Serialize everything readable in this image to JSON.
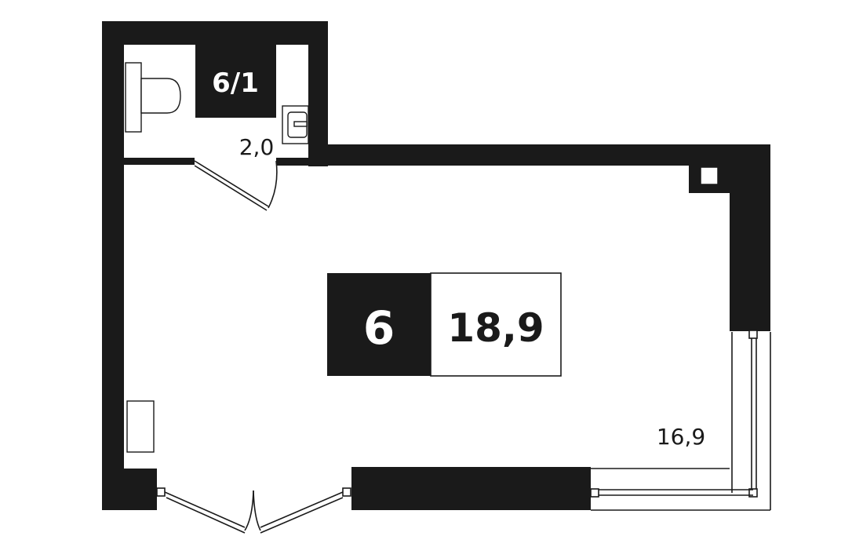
{
  "floor_plan": {
    "apartment": {
      "number": "6",
      "total_area": "18,9"
    },
    "rooms": [
      {
        "id": "main-room",
        "area": "16,9"
      },
      {
        "id": "bathroom",
        "label": "6/1",
        "area": "2,0"
      }
    ],
    "colors": {
      "wall": "#1a1a1a",
      "background": "#ffffff",
      "fixture_stroke": "#1a1a1a",
      "label_bg": "#1a1a1a",
      "label_text": "#ffffff"
    }
  }
}
